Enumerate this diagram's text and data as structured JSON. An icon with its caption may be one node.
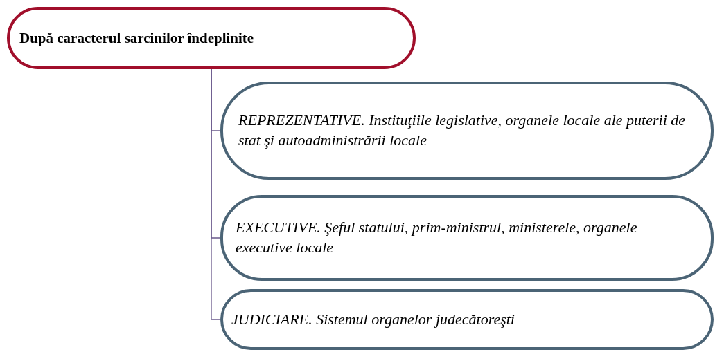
{
  "diagram": {
    "nodes": [
      {
        "text": [
          "După caracterul sarcinilor îndeplinite"
        ]
      },
      {
        "text": [
          "REPREZENTATIVE. Instituţiile legislative,  organele locale ale puterii de stat şi autoadministrării locale"
        ]
      },
      {
        "text": [
          "EXECUTIVE. Şeful statului, prim-ministrul, ministerele, organele executive locale"
        ]
      },
      {
        "text": [
          "JUDICIARE.  Sistemul organelor judecătoreşti"
        ]
      }
    ],
    "edges": [
      {
        "from": 0,
        "to": 1,
        "arrow": "none"
      },
      {
        "from": 0,
        "to": 2,
        "arrow": "none"
      },
      {
        "from": 0,
        "to": 3,
        "arrow": "none"
      }
    ]
  }
}
